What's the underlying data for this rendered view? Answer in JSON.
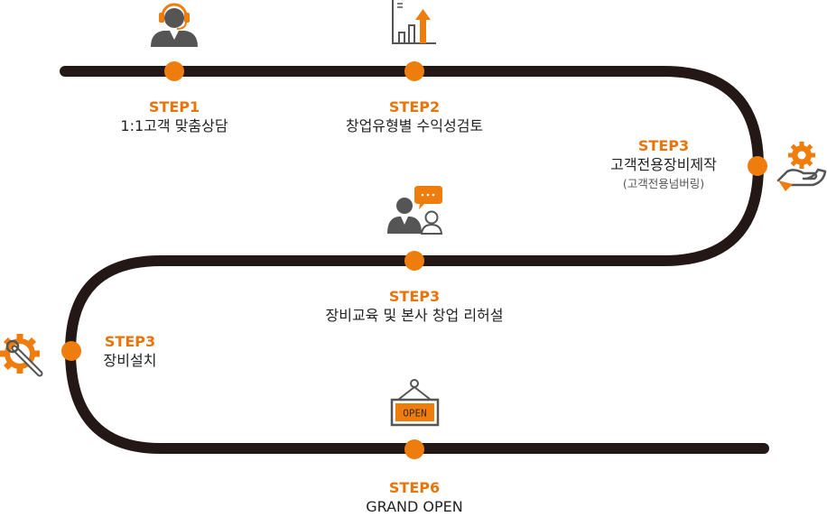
{
  "colors": {
    "path": "#231815",
    "accent": "#ee7d0e",
    "icon_gray": "#555555"
  },
  "steps": [
    {
      "id": "s1",
      "step": "STEP1",
      "desc": "1:1고객 맞춤상담",
      "icon": "consultant-headset-icon"
    },
    {
      "id": "s2",
      "step": "STEP2",
      "desc": "창업유형별 수익성검토",
      "icon": "growth-bar-chart-icon"
    },
    {
      "id": "s3a",
      "step": "STEP3",
      "desc": "고객전용장비제작",
      "sub": "(고객전용넘버링)",
      "icon": "hand-gear-icon"
    },
    {
      "id": "s3b",
      "step": "STEP3",
      "desc": "장비교육 및 본사 창업 리허설",
      "icon": "training-chat-icon"
    },
    {
      "id": "s3c",
      "step": "STEP3",
      "desc": "장비설치",
      "icon": "gear-wrench-icon"
    },
    {
      "id": "s6",
      "step": "STEP6",
      "desc": "GRAND OPEN",
      "icon": "open-sign-icon"
    }
  ],
  "open_sign_text": "OPEN"
}
